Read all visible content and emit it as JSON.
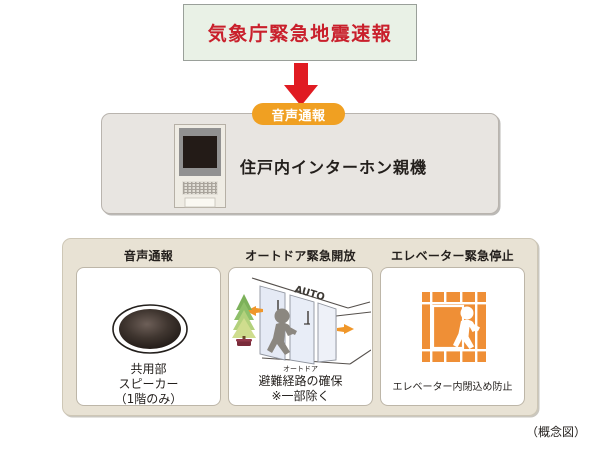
{
  "alert": {
    "text": "気象庁緊急地震速報",
    "bg_color": "#e9f1e6",
    "text_color": "#c9202c"
  },
  "arrow": {
    "name": "down-arrow",
    "color": "#e01b22"
  },
  "intercom": {
    "badge_label": "音声通報",
    "badge_color": "#f0a022",
    "device_label": "住戸内インターホン親機",
    "panel_color": "#e8e5e1"
  },
  "features": {
    "container_color": "#e8e2d4",
    "items": [
      {
        "title": "音声通報",
        "icon": "speaker-icon",
        "caption_lines": [
          "共用部",
          "スピーカー",
          "（1階のみ）"
        ]
      },
      {
        "title": "オートドア緊急開放",
        "icon": "auto-door-icon",
        "door_sign": "AUTO",
        "small_label": "オートドア",
        "caption_lines": [
          "避難経路の確保",
          "※一部除く"
        ]
      },
      {
        "title": "エレベーター緊急停止",
        "icon": "elevator-exit-icon",
        "icon_color": "#ef8f36",
        "caption_lines": [
          "エレベーター内閉込め防止"
        ]
      }
    ]
  },
  "note": "（概念図）"
}
